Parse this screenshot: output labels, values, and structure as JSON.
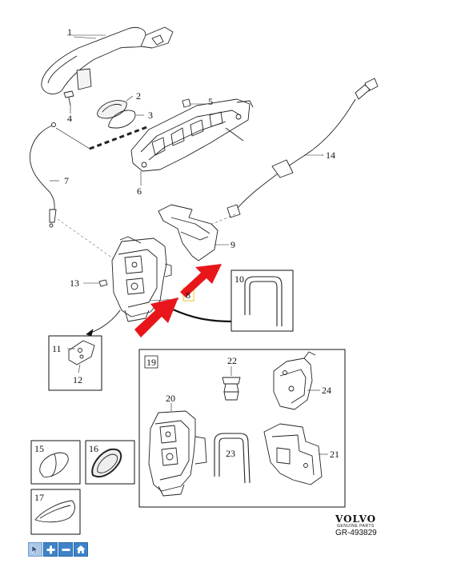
{
  "callouts": {
    "c1": "1",
    "c2": "2",
    "c3": "3",
    "c4": "4",
    "c5": "5",
    "c6": "6",
    "c7": "7",
    "c8": "8",
    "c9": "9",
    "c10": "10",
    "c11": "11",
    "c12": "12",
    "c13": "13",
    "c14": "14",
    "c15": "15",
    "c16": "16",
    "c17": "17",
    "c19": "19",
    "c20": "20",
    "c21": "21",
    "c22": "22",
    "c23": "23",
    "c24": "24"
  },
  "brand": {
    "name": "VOLVO",
    "tagline": "GENUINE PARTS",
    "reference": "GR-493829"
  },
  "toolbar": {
    "buttons": [
      {
        "icon": "cursor-icon",
        "state": "active"
      },
      {
        "icon": "zoom-in-icon",
        "state": "normal"
      },
      {
        "icon": "zoom-out-icon",
        "state": "normal"
      },
      {
        "icon": "home-icon",
        "state": "normal"
      }
    ]
  },
  "colors": {
    "highlight_arrow": "#e8161b",
    "toolbar_blue": "#3d83c9",
    "selection_box": "#f2c12e"
  }
}
